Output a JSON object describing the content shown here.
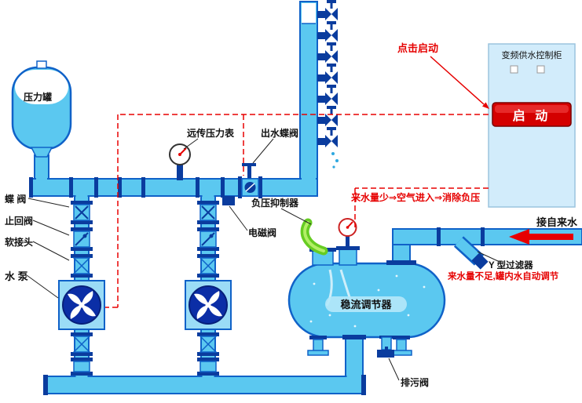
{
  "labels": {
    "pressure_tank": "压力罐",
    "butterfly_valve": "蝶 阀",
    "check_valve": "止回阀",
    "flexible_joint": "软接头",
    "water_pump": "水 泵",
    "remote_pressure_gauge": "远传压力表",
    "outlet_butterfly_valve": "出水蝶阀",
    "solenoid_valve": "电磁阀",
    "negative_pressure_suppressor": "负压抑制器",
    "flow_stabilizer": "稳流调节器",
    "drain_valve": "排污阀",
    "y_strainer": "Y 型过滤器",
    "tap_water": "接自来水"
  },
  "notes": {
    "click_start": "点击启动",
    "low_inflow": "来水量少⇒空气进入⇒消除负压",
    "insufficient_inflow": "来水量不足,罐内水自动调节"
  },
  "cabinet": {
    "title": "变频供水控制柜",
    "start_button": "启 动"
  },
  "colors": {
    "pipe_fill": "#5bc8f0",
    "pipe_stroke": "#1062c8",
    "fitting_dark": "#0a3c9e",
    "pump_body": "#0b2ea6",
    "accent_red": "#e60000",
    "button_red": "#d40000",
    "cabinet_fill": "#d2ecfb",
    "suppressor_green": "#66cc22"
  }
}
